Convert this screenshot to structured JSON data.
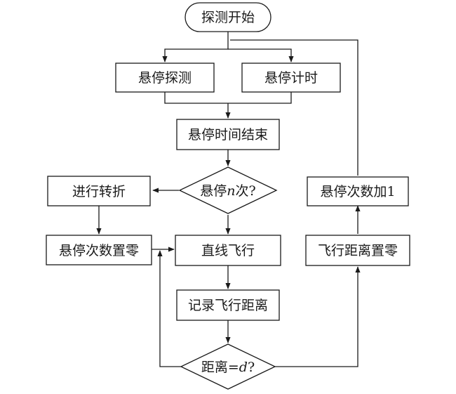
{
  "diagram": {
    "nodes": {
      "start": "探测开始",
      "hover_detect": "悬停探测",
      "hover_timer": "悬停计时",
      "hover_end": "悬停时间结束",
      "decision_n_prefix": "悬停",
      "decision_n_var": "n",
      "decision_n_suffix": "次?",
      "turn": "进行转折",
      "reset_hover_count": "悬停次数置零",
      "fly_straight": "直线飞行",
      "record_distance": "记录飞行距离",
      "decision_d_prefix": "距离=",
      "decision_d_var": "d",
      "decision_d_suffix": "?",
      "reset_distance": "飞行距离置零",
      "hover_count_plus": "悬停次数加1"
    },
    "colors": {
      "stroke": "#1a1a1a",
      "fill": "#ffffff",
      "text": "#1a1a1a"
    }
  }
}
